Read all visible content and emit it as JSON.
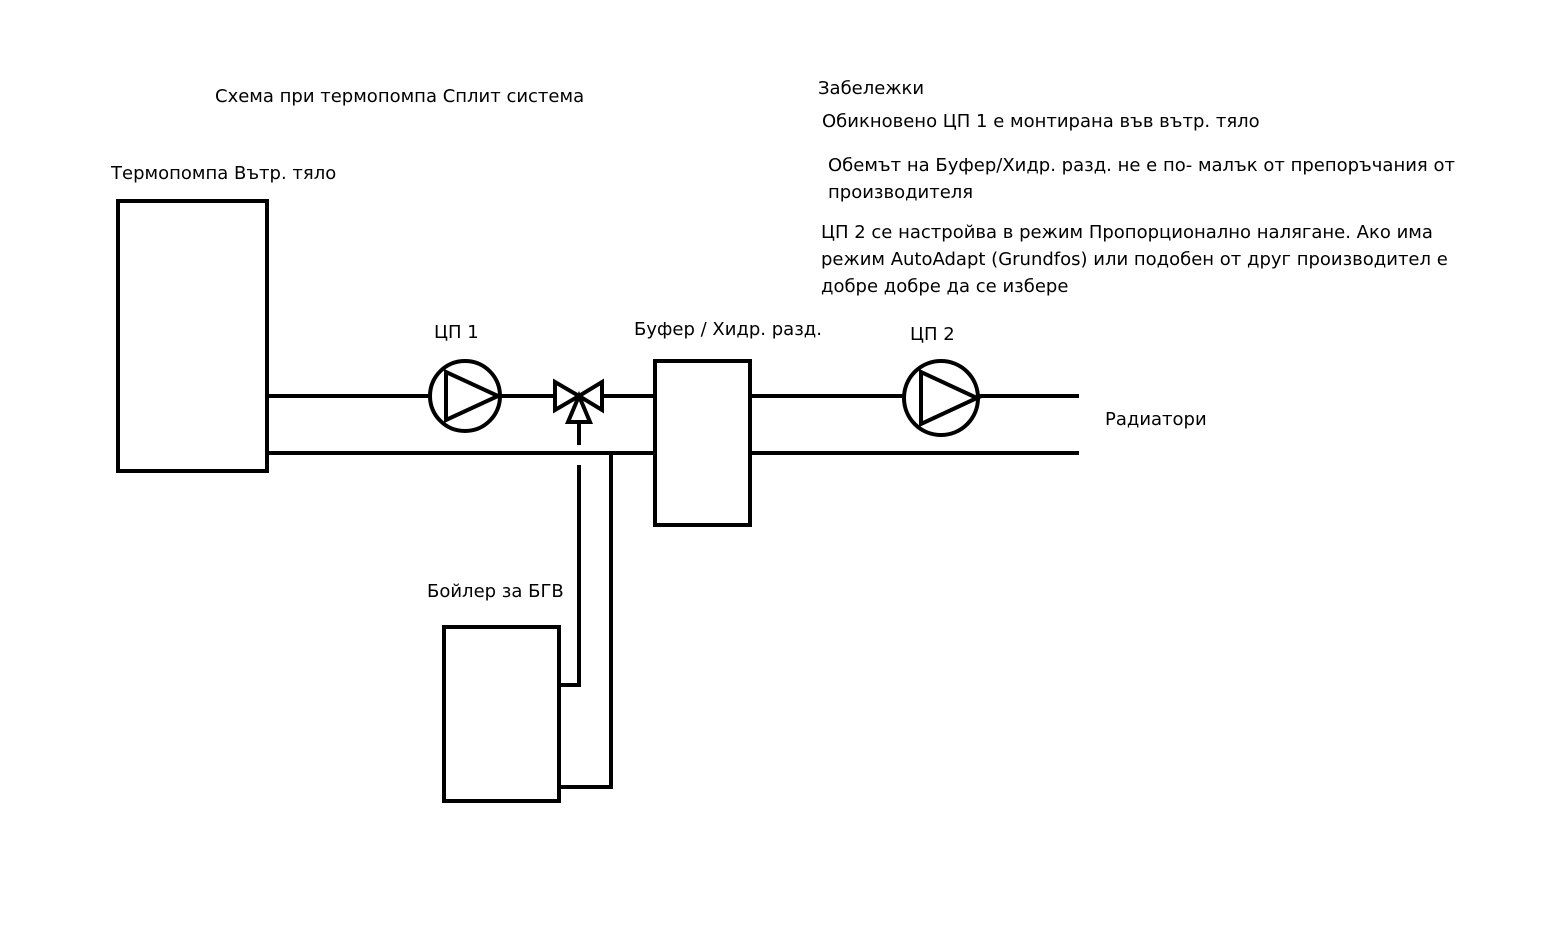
{
  "title": "Схема при термопомпа Сплит система",
  "labels": {
    "heat_pump": "Термопомпа Вътр. тяло",
    "pump1": "ЦП 1",
    "buffer": "Буфер / Хидр. разд.",
    "pump2": "ЦП 2",
    "radiators": "Радиатори",
    "boiler": "Бойлер за БГВ"
  },
  "notes": {
    "heading": "Забележки",
    "items": [
      "Обикновено ЦП 1 е монтирана във вътр. тяло",
      "Обемът на Буфер/Хидр. разд. не е по- малък от препоръчания от производителя",
      "ЦП 2 се настройва в режим Пропорционално налягане. Ако има режим AutoAdapt (Grundfos) или подобен от друг производител е добре добре да се избере"
    ]
  },
  "colors": {
    "line": "#000000",
    "background": "#ffffff"
  }
}
